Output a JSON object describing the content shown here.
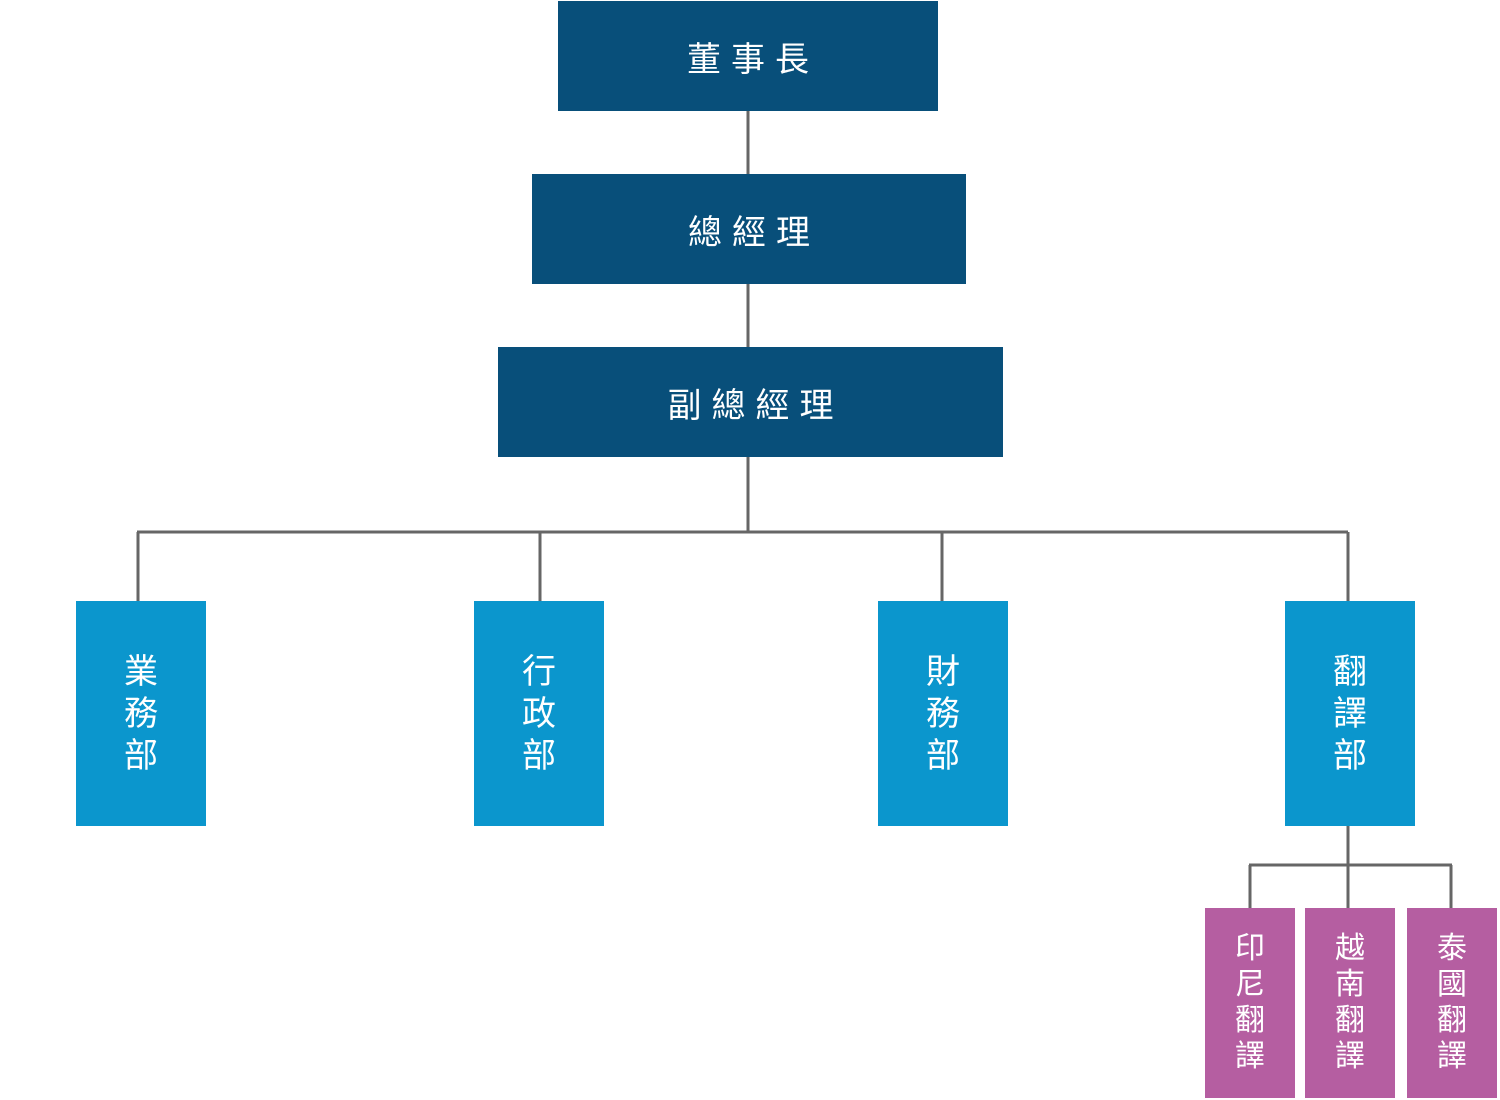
{
  "colors": {
    "executive": "#084f7a",
    "department": "#0b96cd",
    "sub_department": "#b55ea1",
    "connector": "#666666",
    "text": "#ffffff"
  },
  "executives": {
    "chairman": "董事長",
    "general_manager": "總經理",
    "deputy_general_manager": "副總經理"
  },
  "departments": [
    {
      "name": "業務部"
    },
    {
      "name": "行政部"
    },
    {
      "name": "財務部"
    },
    {
      "name": "翻譯部"
    }
  ],
  "translation_sub_departments": [
    {
      "name": "印尼翻譯"
    },
    {
      "name": "越南翻譯"
    },
    {
      "name": "泰國翻譯"
    }
  ]
}
